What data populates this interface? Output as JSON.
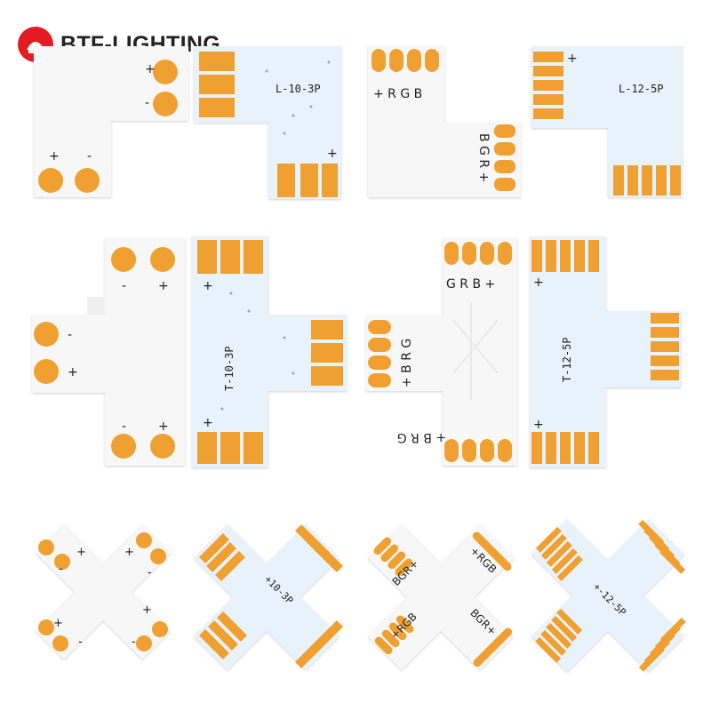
{
  "brand": {
    "logo_icon": "btf-logo-icon",
    "name": "BTF-LIGHTING",
    "logo_color": "#e31b23"
  },
  "connectors": {
    "l_2pin": {
      "plus": "+",
      "minus": "-"
    },
    "l_10_3p": {
      "label": "L-10-3P",
      "plus": "+"
    },
    "l_rgb": {
      "top": "+ R G B",
      "side": "B G R +"
    },
    "l_12_5p": {
      "label": "L-12-5P",
      "plus": "+"
    },
    "t_2pin": {
      "plus": "+",
      "minus": "-"
    },
    "t_10_3p": {
      "label": "T-10-3P",
      "plus": "+"
    },
    "t_rgb": {
      "top": "G R B +",
      "side": "+ B R G",
      "bottom": "+ B R G"
    },
    "t_12_5p": {
      "label": "T-12-5P",
      "plus": "+"
    },
    "x_2pin": {
      "plus": "+",
      "minus": "-"
    },
    "x_10_3p": {
      "label": "+10-3P"
    },
    "x_rgb": {
      "label_a": "BGR+",
      "label_b": "+RGB"
    },
    "x_12_5p": {
      "label": "+-12-5P"
    }
  },
  "colors": {
    "copper": "#f0a030",
    "pcb_white": "#f6f6f6",
    "pcb_blue": "#e8f2fb"
  }
}
